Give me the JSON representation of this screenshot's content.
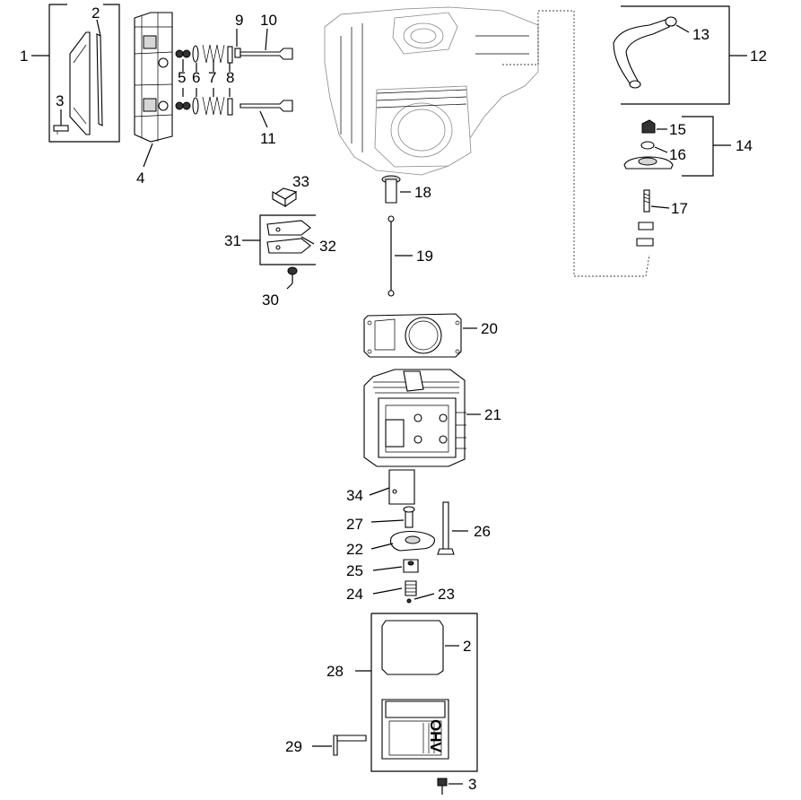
{
  "callouts": [
    {
      "id": "c1",
      "text": "1"
    },
    {
      "id": "c2a",
      "text": "2"
    },
    {
      "id": "c3a",
      "text": "3"
    },
    {
      "id": "c4",
      "text": "4"
    },
    {
      "id": "c5",
      "text": "5"
    },
    {
      "id": "c6",
      "text": "6"
    },
    {
      "id": "c7",
      "text": "7"
    },
    {
      "id": "c8",
      "text": "8"
    },
    {
      "id": "c9",
      "text": "9"
    },
    {
      "id": "c10",
      "text": "10"
    },
    {
      "id": "c11",
      "text": "11"
    },
    {
      "id": "c12",
      "text": "12"
    },
    {
      "id": "c13",
      "text": "13"
    },
    {
      "id": "c14",
      "text": "14"
    },
    {
      "id": "c15",
      "text": "15"
    },
    {
      "id": "c16",
      "text": "16"
    },
    {
      "id": "c17",
      "text": "17"
    },
    {
      "id": "c18",
      "text": "18"
    },
    {
      "id": "c19",
      "text": "19"
    },
    {
      "id": "c20",
      "text": "20"
    },
    {
      "id": "c21",
      "text": "21"
    },
    {
      "id": "c22",
      "text": "22"
    },
    {
      "id": "c23",
      "text": "23"
    },
    {
      "id": "c24",
      "text": "24"
    },
    {
      "id": "c25",
      "text": "25"
    },
    {
      "id": "c26",
      "text": "26"
    },
    {
      "id": "c27",
      "text": "27"
    },
    {
      "id": "c28",
      "text": "28"
    },
    {
      "id": "c29",
      "text": "29"
    },
    {
      "id": "c30",
      "text": "30"
    },
    {
      "id": "c31",
      "text": "31"
    },
    {
      "id": "c32",
      "text": "32"
    },
    {
      "id": "c33",
      "text": "33"
    },
    {
      "id": "c34",
      "text": "34"
    },
    {
      "id": "c2b",
      "text": "2"
    },
    {
      "id": "c3b",
      "text": "3"
    }
  ],
  "embossed_logo": "OHV",
  "colors": {
    "ink": "#000000",
    "paper": "#ffffff",
    "shade": "#d6d6d6"
  }
}
